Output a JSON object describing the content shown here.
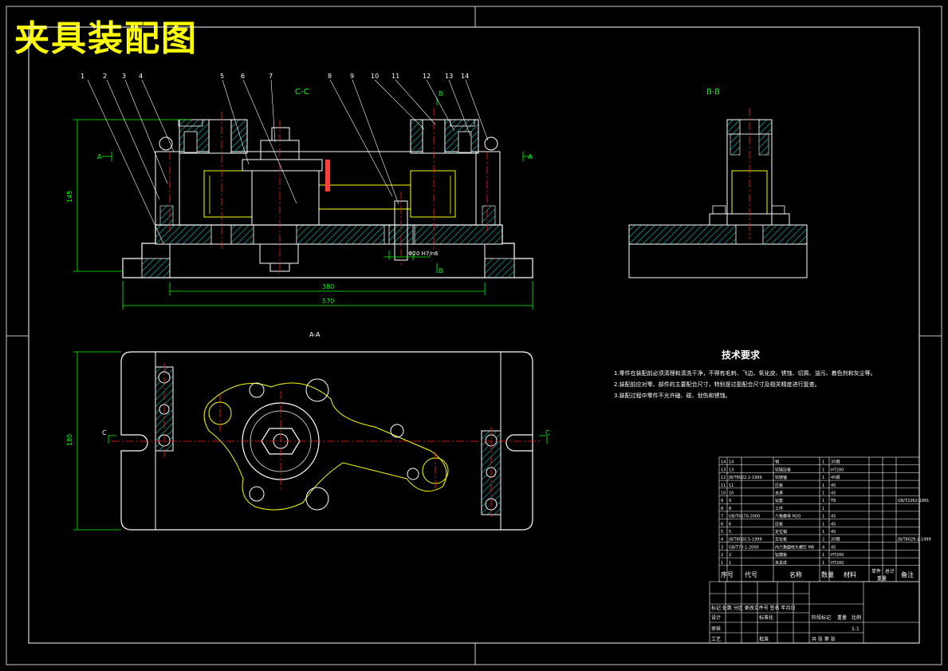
{
  "title": "夹具装配图",
  "views": {
    "front_section": "C-C",
    "side_section": "B-B",
    "plan_marker": "A-A",
    "section_letter_c": "C",
    "section_letter_a": "A",
    "section_letter_b": "B"
  },
  "balloons": [
    "1",
    "2",
    "3",
    "4",
    "5",
    "6",
    "7",
    "8",
    "9",
    "10",
    "11",
    "12",
    "13",
    "14"
  ],
  "dimensions": {
    "height": "145",
    "inner_width": "380",
    "overall_width": "570",
    "plan_width": "180",
    "hole_dia": "Φ20 H7/n6"
  },
  "technical_requirements": {
    "title": "技术要求",
    "items": [
      "1.零件在装配前必须清理和清洗干净，不得有毛刺、飞边、氧化皮、锈蚀、切屑、油污、着色剂和灰尘等。",
      "2.装配前应对零、部件的主要配合尺寸，特别是过盈配合尺寸及相关精度进行复查。",
      "3.装配过程中零件不允许磕、碰、划伤和锈蚀。"
    ]
  },
  "bom_header": {
    "seq": "序号",
    "code": "代号",
    "name": "名称",
    "qty": "数量",
    "material": "材料",
    "unit_weight": "单件",
    "total_weight": "总计",
    "weight": "重量",
    "remark": "备注"
  },
  "bom_rows": [
    {
      "seq": "14",
      "code": "14",
      "name": "销",
      "qty": "1",
      "material": "35钢",
      "remark": ""
    },
    {
      "seq": "13",
      "code": "13",
      "name": "铰链压板",
      "qty": "1",
      "material": "HT200",
      "remark": ""
    },
    {
      "seq": "12",
      "code": "JB/T8022.2-1999",
      "name": "铰链轴",
      "qty": "1",
      "material": "45钢",
      "remark": ""
    },
    {
      "seq": "11",
      "code": "11",
      "name": "压板",
      "qty": "1",
      "material": "45",
      "remark": ""
    },
    {
      "seq": "10",
      "code": "10",
      "name": "支承",
      "qty": "1",
      "material": "45",
      "remark": ""
    },
    {
      "seq": "9",
      "code": "9",
      "name": "钻套",
      "qty": "1",
      "material": "T8",
      "remark": "GB/T2262-1991"
    },
    {
      "seq": "8",
      "code": "8",
      "name": "工件",
      "qty": "1",
      "material": "",
      "remark": ""
    },
    {
      "seq": "7",
      "code": "GB/T6170-2000",
      "name": "六角螺母 M20",
      "qty": "1",
      "material": "45",
      "remark": ""
    },
    {
      "seq": "6",
      "code": "6",
      "name": "压板",
      "qty": "1",
      "material": "45",
      "remark": ""
    },
    {
      "seq": "5",
      "code": "5",
      "name": "定位销",
      "qty": "1",
      "material": "45",
      "remark": ""
    },
    {
      "seq": "4",
      "code": "JB/T8020.5-1999",
      "name": "定位板",
      "qty": "2",
      "material": "20钢",
      "remark": "JB/T8029.1-1999"
    },
    {
      "seq": "3",
      "code": "GB/T70.1-2000",
      "name": "内六角圆柱头螺钉 M8",
      "qty": "4",
      "material": "45",
      "remark": ""
    },
    {
      "seq": "2",
      "code": "2",
      "name": "钻模板",
      "qty": "1",
      "material": "HT200",
      "remark": ""
    },
    {
      "seq": "1",
      "code": "1",
      "name": "夹具体",
      "qty": "1",
      "material": "HT200",
      "remark": ""
    }
  ],
  "title_block": {
    "design": "设计",
    "standardize": "标准化",
    "review": "审核",
    "process": "工艺",
    "approve": "批准",
    "stage_mark": "阶段标记",
    "weight": "重量",
    "scale": "比例",
    "scale_value": "1:1",
    "sheet": "共 张 第 张",
    "mark_row": "标记 处数 分区 更改文件号 签名 年月日"
  },
  "colors": {
    "background": "#000000",
    "outline": "#ffffff",
    "hatch": "#00c8c8",
    "centerline": "#ff2020",
    "workpiece": "#ffff00",
    "dimension": "#00ff00",
    "title": "#ffff00"
  }
}
